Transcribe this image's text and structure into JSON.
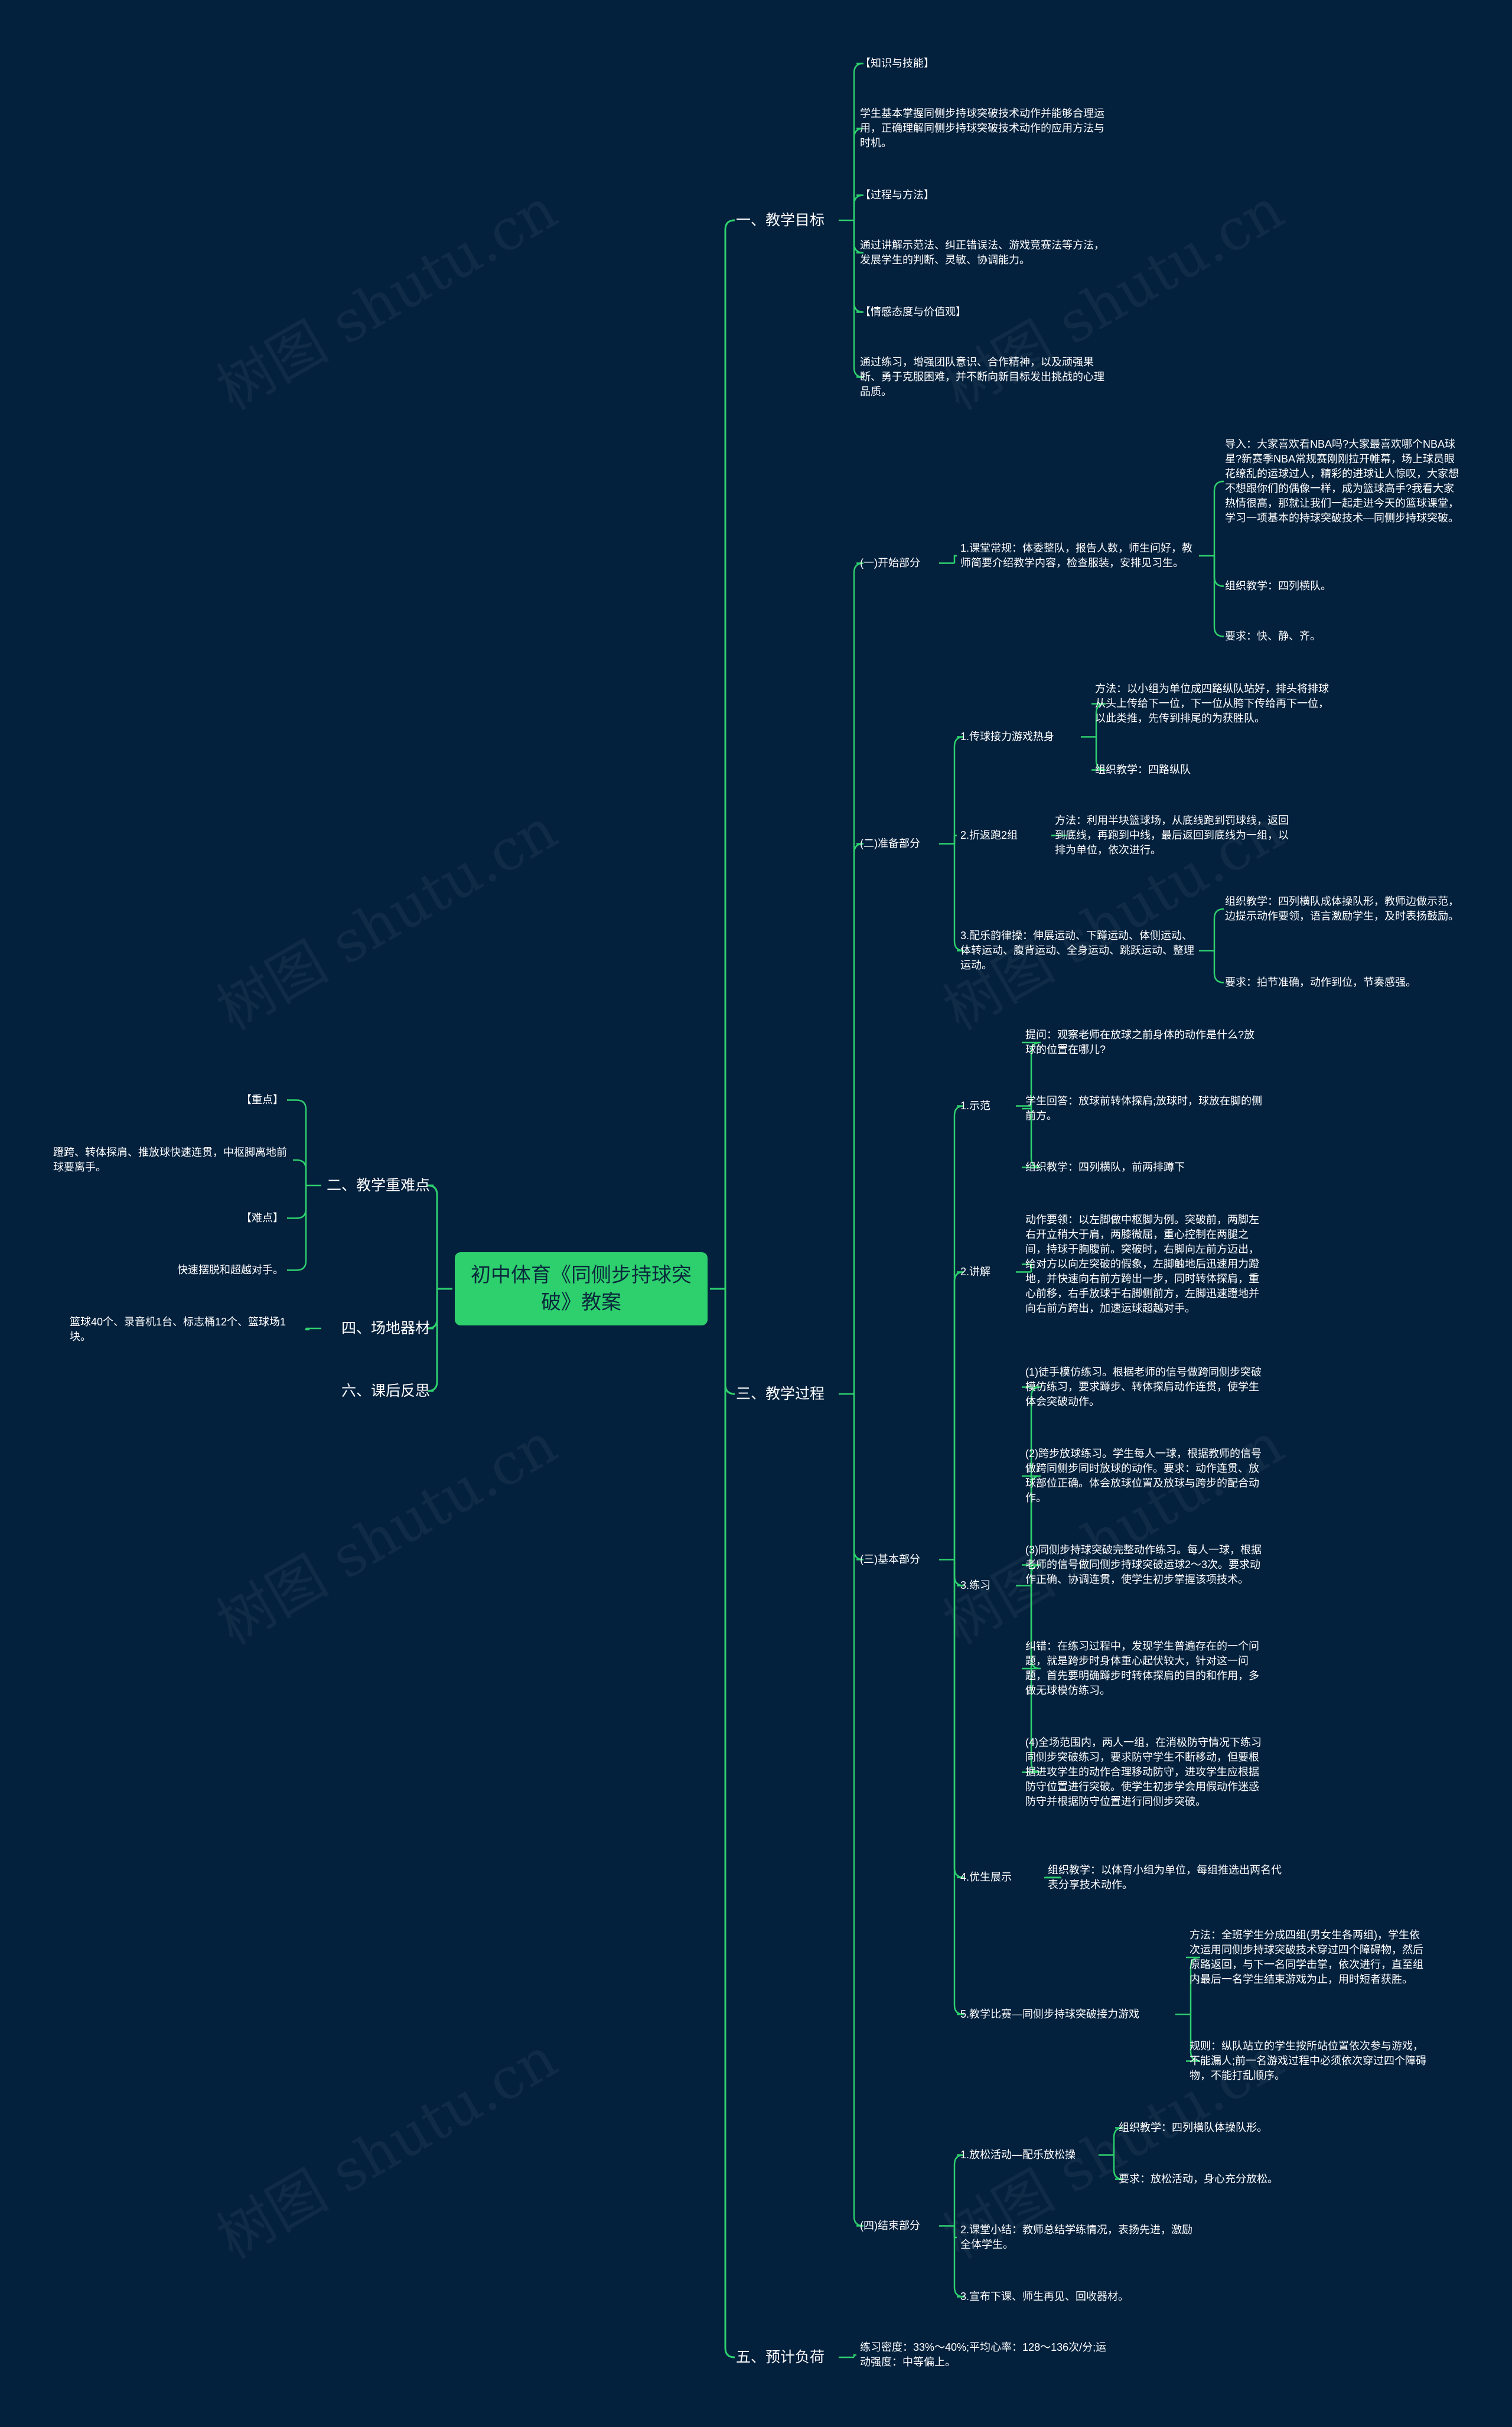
{
  "root": {
    "title": "初中体育《同侧步持球突破》教案"
  },
  "watermark": "树图 shutu.cn",
  "colors": {
    "background": "#03203d",
    "line": "#2ed06e",
    "root_fill": "#2ed06e",
    "text": "#ffffff"
  },
  "right": {
    "goals": {
      "label": "一、教学目标",
      "items": [
        "【知识与技能】",
        "学生基本掌握同侧步持球突破技术动作并能够合理运用，正确理解同侧步持球突破技术动作的应用方法与时机。",
        "【过程与方法】",
        "通过讲解示范法、纠正错误法、游戏竞赛法等方法，发展学生的判断、灵敏、协调能力。",
        "【情感态度与价值观】",
        "通过练习，增强团队意识、合作精神，以及顽强果断、勇于克服困难，并不断向新目标发出挑战的心理品质。"
      ]
    },
    "process": {
      "label": "三、教学过程",
      "start": {
        "label": "(一)开始部分",
        "routine": "1.课堂常规：体委整队，报告人数，师生问好，教师简要介绍教学内容，检查服装，安排见习生。",
        "intro": "导入：大家喜欢看NBA吗?大家最喜欢哪个NBA球星?新赛季NBA常规赛刚刚拉开帷幕，场上球员眼花缭乱的运球过人，精彩的进球让人惊叹，大家想不想跟你们的偶像一样，成为篮球高手?我看大家热情很高，那就让我们一起走进今天的篮球课堂，学习一项基本的持球突破技术—同侧步持球突破。",
        "org": "组织教学：四列横队。",
        "req": "要求：快、静、齐。"
      },
      "prep": {
        "label": "(二)准备部分",
        "relay": "1.传球接力游戏热身",
        "relay_method": "方法：以小组为单位成四路纵队站好，排头将排球从头上传给下一位，下一位从胯下传给再下一位，以此类推，先传到排尾的为获胜队。",
        "relay_org": "组织教学：四路纵队",
        "run": "2.折返跑2组",
        "run_method": "方法：利用半块篮球场，从底线跑到罚球线，返回到底线，再跑到中线，最后返回到底线为一组，以排为单位，依次进行。",
        "exercise": "3.配乐韵律操：伸展运动、下蹲运动、体侧运动、体转运动、腹背运动、全身运动、跳跃运动、整理运动。",
        "exercise_org": "组织教学：四列横队成体操队形，教师边做示范，边提示动作要领，语言激励学生，及时表扬鼓励。",
        "exercise_req": "要求：拍节准确，动作到位，节奏感强。"
      },
      "basic": {
        "label": "(三)基本部分",
        "demo": "1.示范",
        "demo_q": "提问：观察老师在放球之前身体的动作是什么?放球的位置在哪儿?",
        "demo_a": "学生回答：放球前转体探肩;放球时，球放在脚的侧前方。",
        "demo_org": "组织教学：四列横队，前两排蹲下",
        "explain": "2.讲解",
        "explain_text": "动作要领：以左脚做中枢脚为例。突破前，两脚左右开立稍大于肩，两膝微屈，重心控制在两腿之间，持球于胸腹前。突破时，右脚向左前方迈出，给对方以向左突破的假象，左脚触地后迅速用力蹬地，并快速向右前方跨出一步，同时转体探肩，重心前移，右手放球于右脚侧前方，左脚迅速蹬地并向右前方跨出，加速运球超越对手。",
        "practice": "3.练习",
        "practice_items": [
          "(1)徒手模仿练习。根据老师的信号做跨同侧步突破模仿练习，要求蹲步、转体探肩动作连贯，使学生体会突破动作。",
          "(2)跨步放球练习。学生每人一球，根据教师的信号做跨同侧步同时放球的动作。要求：动作连贯、放球部位正确。体会放球位置及放球与跨步的配合动作。",
          "(3)同侧步持球突破完整动作练习。每人一球，根据老师的信号做同侧步持球突破运球2～3次。要求动作正确、协调连贯，使学生初步掌握该项技术。",
          "纠错：在练习过程中，发现学生普遍存在的一个问题，就是跨步时身体重心起伏较大，针对这一问题，首先要明确蹲步时转体探肩的目的和作用，多做无球模仿练习。",
          "(4)全场范围内，两人一组，在消极防守情况下练习同侧步突破练习，要求防守学生不断移动，但要根据进攻学生的动作合理移动防守，进攻学生应根据防守位置进行突破。使学生初步学会用假动作迷惑防守并根据防守位置进行同侧步突破。"
        ],
        "show": "4.优生展示",
        "show_text": "组织教学：以体育小组为单位，每组推选出两名代表分享技术动作。",
        "game": "5.教学比赛—同侧步持球突破接力游戏",
        "game_method": "方法：全班学生分成四组(男女生各两组)，学生依次运用同侧步持球突破技术穿过四个障碍物，然后原路返回，与下一名同学击掌，依次进行，直至组内最后一名学生结束游戏为止，用时短者获胜。",
        "game_rule": "规则：纵队站立的学生按所站位置依次参与游戏，不能漏人;前一名游戏过程中必须依次穿过四个障碍物，不能打乱顺序。"
      },
      "end": {
        "label": "(四)结束部分",
        "relax": "1.放松活动—配乐放松操",
        "relax_org": "组织教学：四列横队体操队形。",
        "relax_req": "要求：放松活动，身心充分放松。",
        "summary": "2.课堂小结：教师总结学练情况，表扬先进，激励全体学生。",
        "farewell": "3.宣布下课、师生再见、回收器材。"
      }
    },
    "load": {
      "label": "五、预计负荷",
      "text": "练习密度：33%～40%;平均心率：128～136次/分;运动强度：中等偏上。"
    }
  },
  "left": {
    "keypoints": {
      "label": "二、教学重难点",
      "key_label": "【重点】",
      "key_text": "蹬跨、转体探肩、推放球快速连贯，中枢脚离地前球要离手。",
      "diff_label": "【难点】",
      "diff_text": "快速摆脱和超越对手。"
    },
    "equipment": {
      "label": "四、场地器材",
      "text": "篮球40个、录音机1台、标志桶12个、篮球场1块。"
    },
    "reflection": {
      "label": "六、课后反思"
    }
  }
}
